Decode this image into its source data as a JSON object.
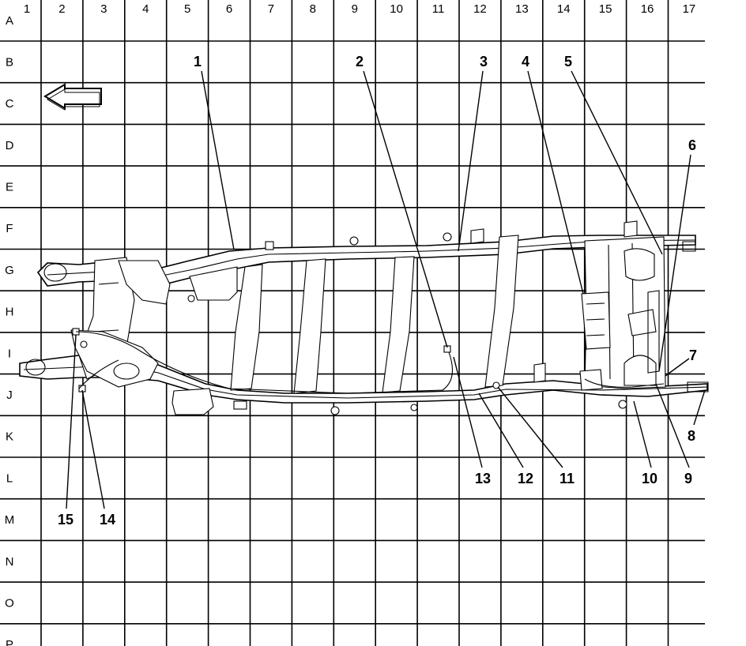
{
  "grid": {
    "columns": [
      "1",
      "2",
      "3",
      "4",
      "5",
      "6",
      "7",
      "8",
      "9",
      "10",
      "11",
      "12",
      "13",
      "14",
      "15",
      "16",
      "17"
    ],
    "rows": [
      "A",
      "B",
      "C",
      "D",
      "E",
      "F",
      "G",
      "H",
      "I",
      "J",
      "K",
      "L",
      "M",
      "N",
      "O",
      "P"
    ]
  },
  "callouts": [
    "1",
    "2",
    "3",
    "4",
    "5",
    "6",
    "7",
    "8",
    "9",
    "10",
    "11",
    "12",
    "13",
    "14",
    "15"
  ],
  "icons": {
    "direction_arrow": "left-arrow-icon"
  }
}
